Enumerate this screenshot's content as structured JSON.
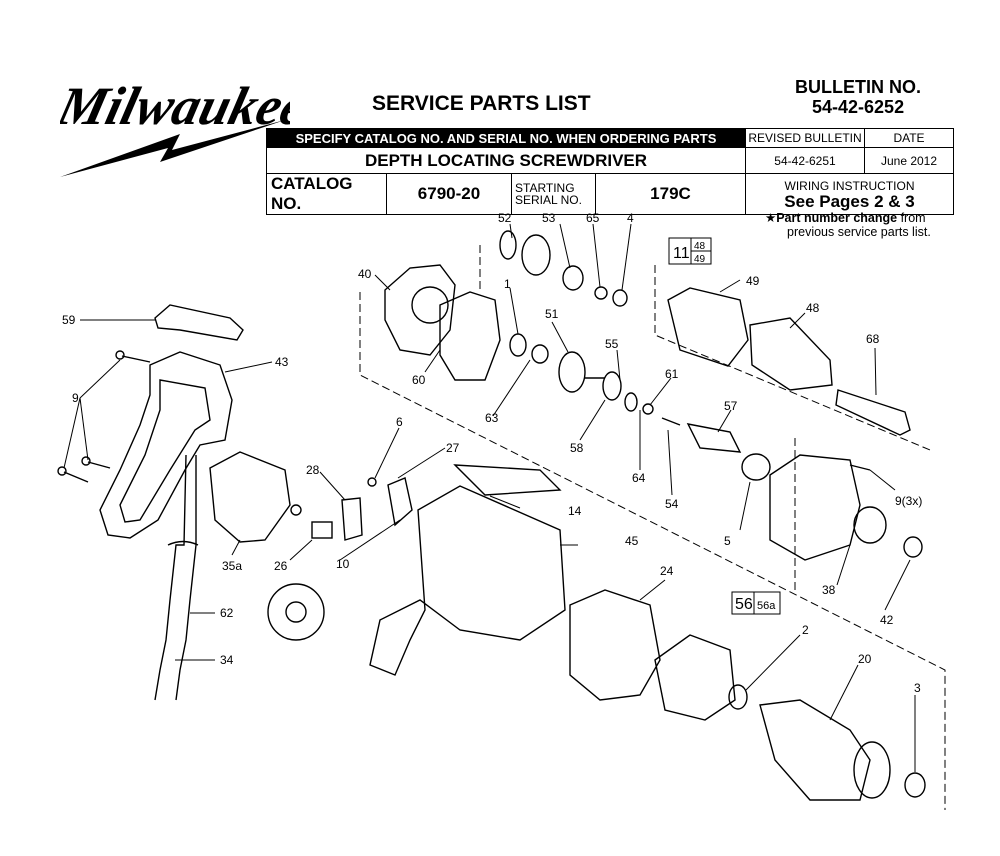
{
  "brand": "Milwaukee",
  "document_title": "SERVICE PARTS LIST",
  "bulletin": {
    "label": "BULLETIN NO.",
    "number": "54-42-6252"
  },
  "header": {
    "order_note": "SPECIFY CATALOG NO. AND SERIAL NO. WHEN ORDERING PARTS",
    "product": "DEPTH  LOCATING  SCREWDRIVER",
    "catalog_label": "CATALOG NO.",
    "catalog_no": "6790-20",
    "starting_serial_label_1": "STARTING",
    "starting_serial_label_2": "SERIAL NO.",
    "serial_no": "179C",
    "revised_label": "REVISED BULLETIN",
    "revised_no": "54-42-6251",
    "date_label": "DATE",
    "date": "June 2012",
    "wiring_label": "WIRING INSTRUCTION",
    "wiring_value": "See Pages 2 & 3"
  },
  "note": {
    "star": "★",
    "bold": "Part number change",
    "rest1": " from",
    "rest2": "previous service parts list."
  },
  "callouts": {
    "c52": "52",
    "c53": "53",
    "c65": "65",
    "c4": "4",
    "c40": "40",
    "c1": "1",
    "c51": "51",
    "c60": "60",
    "c63": "63",
    "c55": "55",
    "c58": "58",
    "c61": "61",
    "c64": "64",
    "c54": "54",
    "c57": "57",
    "c49": "49",
    "c48": "48",
    "c68": "68",
    "c59": "59",
    "c43": "43",
    "c9": "9",
    "c6": "6",
    "c27": "27",
    "c28": "28",
    "c14": "14",
    "c45": "45",
    "c35a": "35a",
    "c26": "26",
    "c10": "10",
    "c5": "5",
    "c9x": "9(3x)",
    "c38": "38",
    "c42": "42",
    "c24": "24",
    "c62": "62",
    "c34": "34",
    "c2": "2",
    "c20": "20",
    "c3": "3",
    "box11": "11",
    "box11a": "48",
    "box11b": "49",
    "box56": "56",
    "box56a": "56a"
  }
}
